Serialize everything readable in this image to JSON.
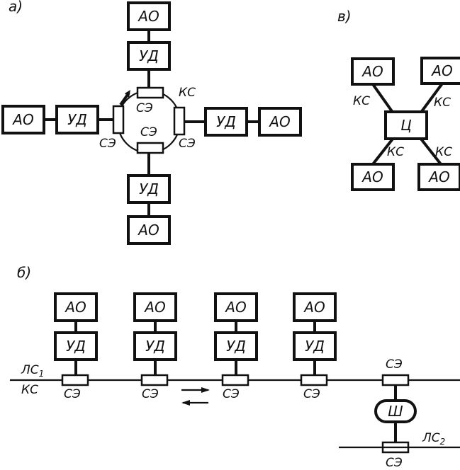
{
  "panels": {
    "a": "а)",
    "b": "б)",
    "c": "в)"
  },
  "labels": {
    "ao": "АО",
    "ud": "УД",
    "se": "СЭ",
    "ks": "КС",
    "ts": "Ц",
    "sh": "Ш",
    "ls1": "ЛС",
    "ls1_sub": "1",
    "ls2": "ЛС",
    "ls2_sub": "2"
  }
}
